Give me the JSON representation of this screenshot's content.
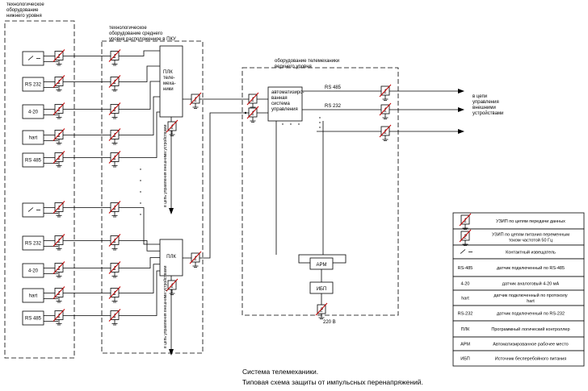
{
  "zones": {
    "lower": [
      "технологическое",
      "оборудование",
      "нижнего уровня"
    ],
    "middle": [
      "технологическое",
      "оборудование среднего",
      "уровня расположенное в ПКУ"
    ],
    "upper": [
      "оборудование телемеханики",
      "верхнего уровня"
    ]
  },
  "sensors": {
    "rs232": "RS 232",
    "current": "4-20",
    "hart": "hart",
    "rs485": "RS 485"
  },
  "plc": {
    "upper_label": [
      "ПЛК",
      "теле-",
      "меха-",
      "ники"
    ],
    "lower_label": "ПЛК"
  },
  "vertical_text": "в цепь управления внешними устройствами",
  "asu": [
    "автоматизиро-",
    "ванная",
    "система",
    "управления"
  ],
  "outputs": {
    "rs485": "RS 485",
    "rs232": "RS 232",
    "external": [
      "в цепи",
      "управления",
      "внешними",
      "устройствами"
    ]
  },
  "arm": "АРМ",
  "ibp": "ИБП",
  "voltage": "220 В",
  "legend": [
    {
      "symbol": "uzip1",
      "text": [
        "УЗИП по цепям передачи данных"
      ]
    },
    {
      "symbol": "uzip2",
      "text": [
        "УЗИП по цепям питания переменным",
        "током частотой 50 Гц"
      ]
    },
    {
      "symbol": "contact",
      "text": [
        "Контактный извещатель"
      ]
    },
    {
      "symbol": "RS-485",
      "text": [
        "датчик подключенный по RS-485"
      ]
    },
    {
      "symbol": "4-20",
      "text": [
        "датчик аналоговый 4-20 мА"
      ]
    },
    {
      "symbol": "hart",
      "text": [
        "датчик подключенный по протоколу",
        "hart"
      ]
    },
    {
      "symbol": "RS-232",
      "text": [
        "датчик подключенный по RS-232"
      ]
    },
    {
      "symbol": "ПЛК",
      "text": [
        "Программный логический контроллер"
      ]
    },
    {
      "symbol": "АРМ",
      "text": [
        "Автоматизированное рабочее место"
      ]
    },
    {
      "symbol": "ИБП",
      "text": [
        "Источник бесперебойного питания"
      ]
    }
  ],
  "caption": [
    "Система телемеханики.",
    "Типовая схема защиты от импульсных перенапряжений."
  ]
}
